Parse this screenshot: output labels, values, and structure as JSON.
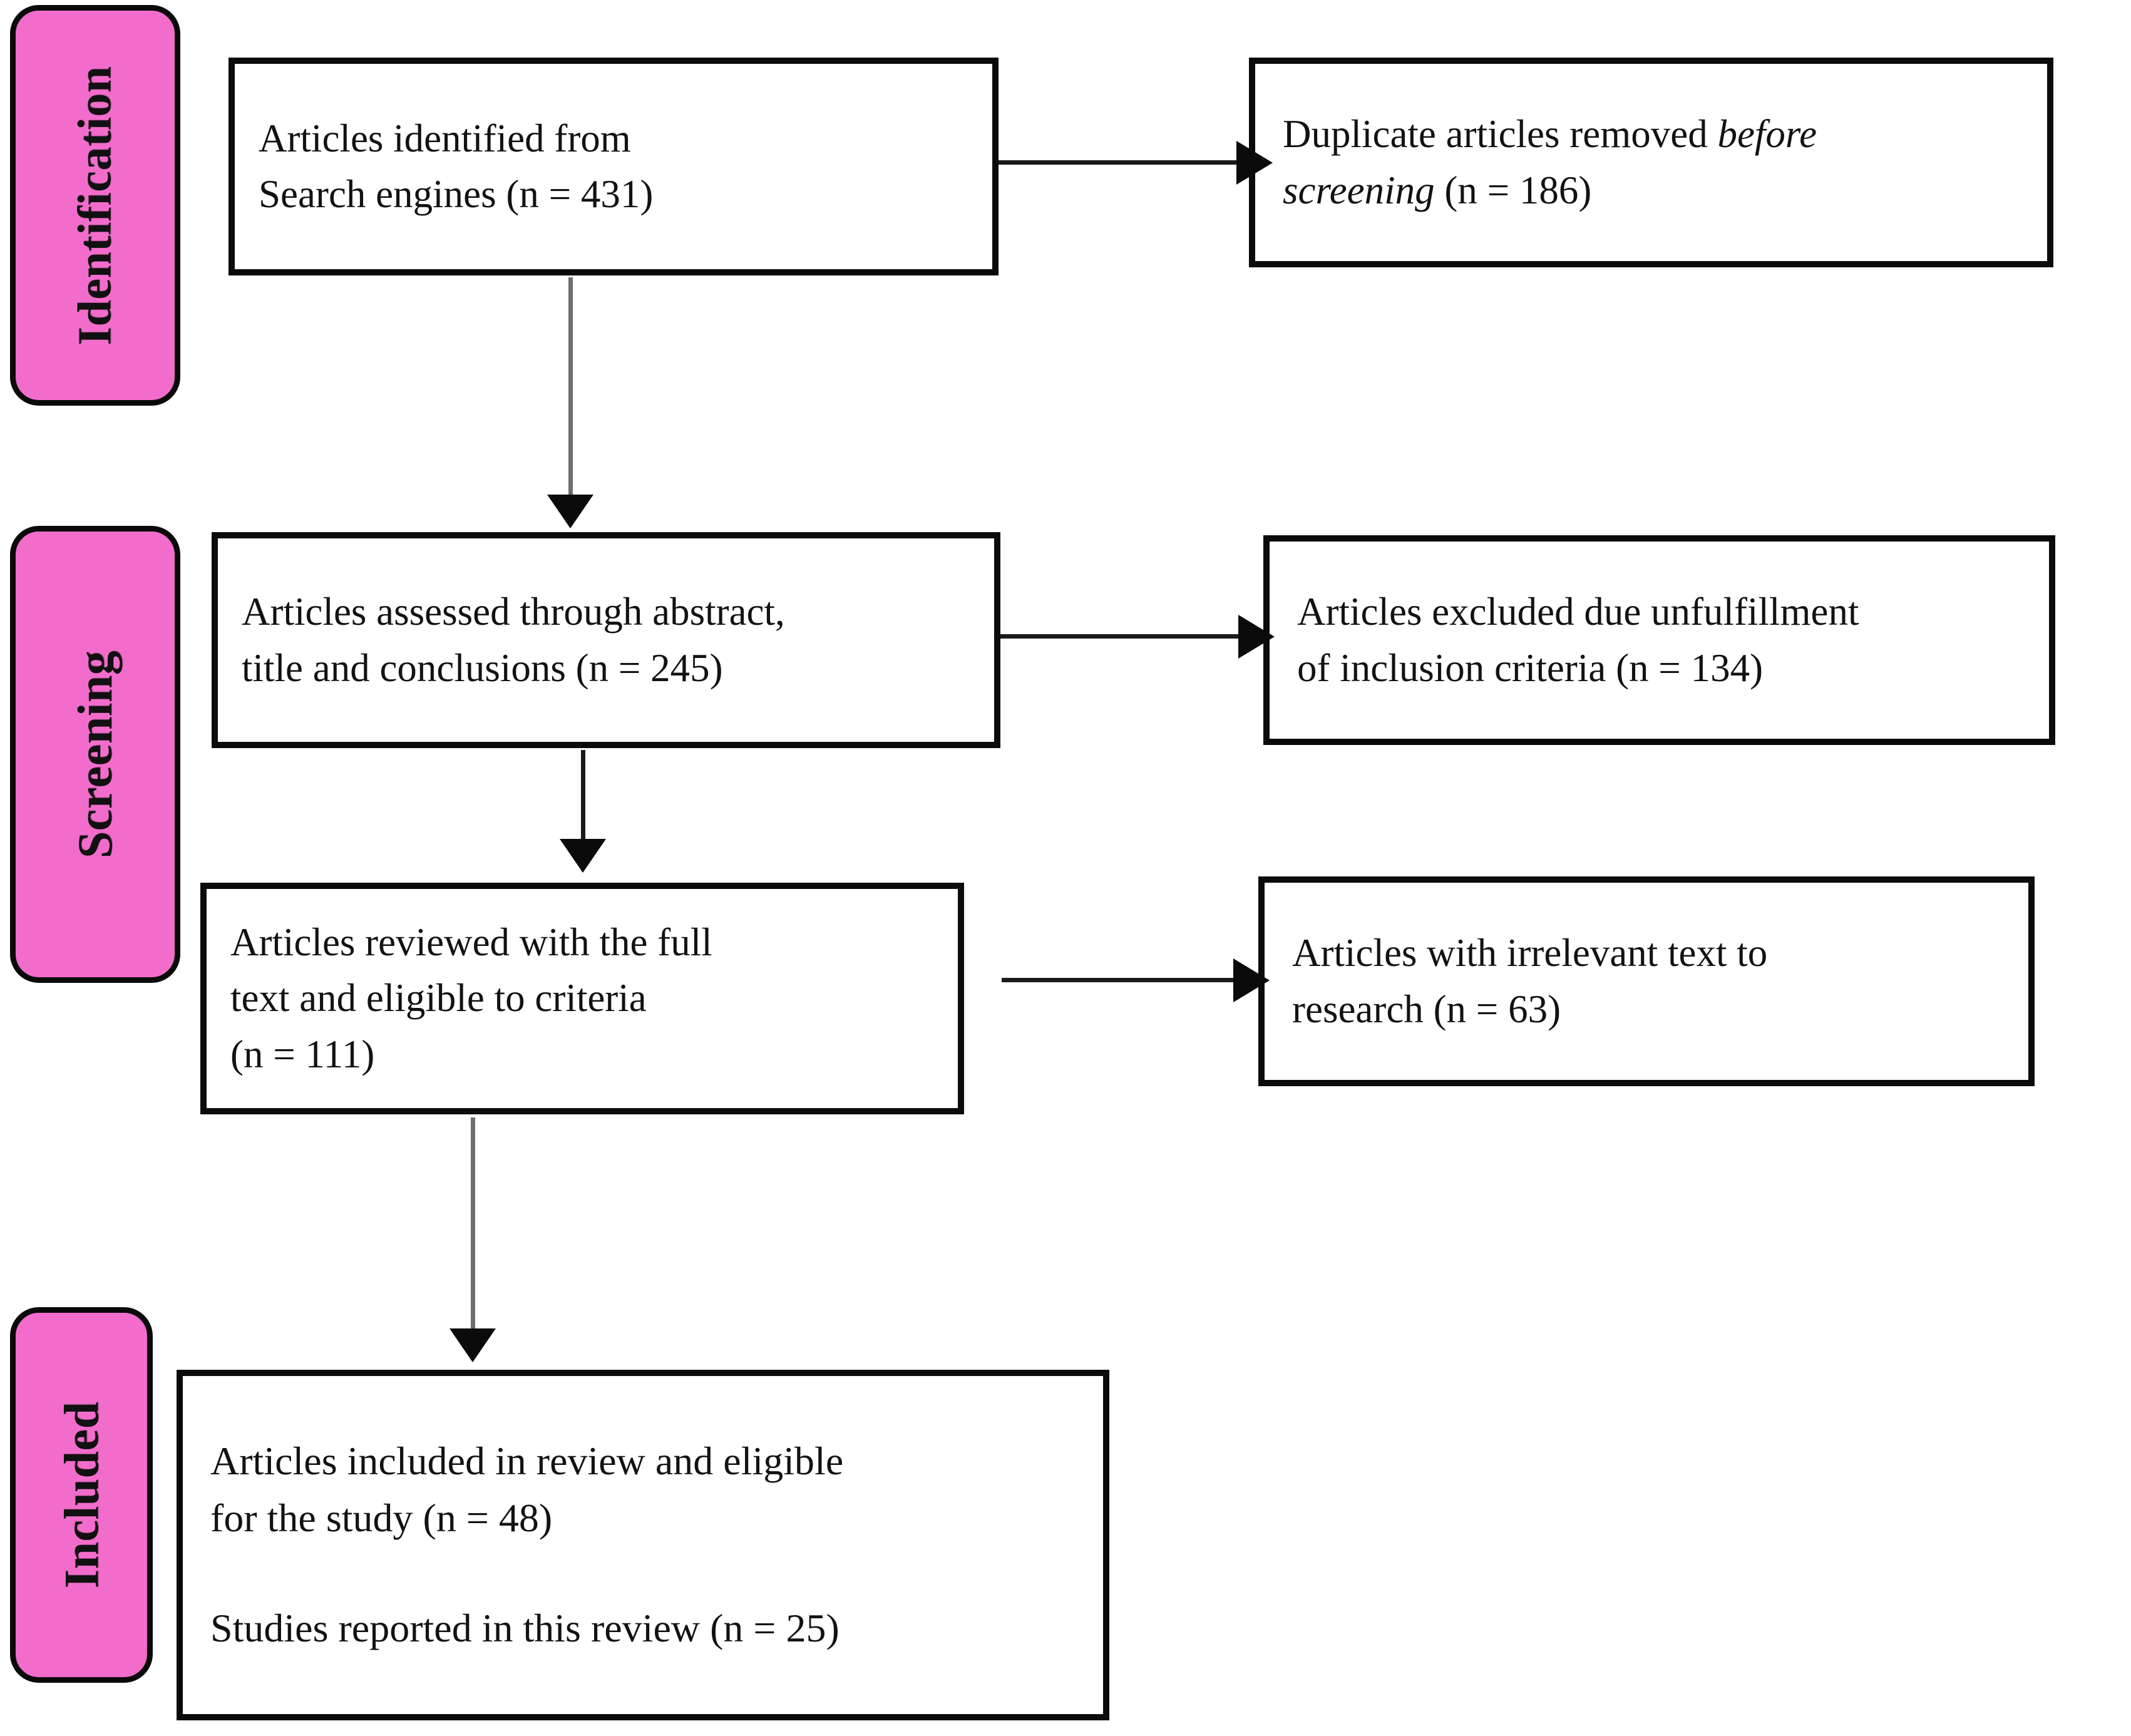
{
  "diagram": {
    "title": "PRISMA flow diagram",
    "accent_pink": "#F26DCB",
    "border_color": "#0b0b0b",
    "stages": [
      {
        "id": "identification",
        "label": "Identification"
      },
      {
        "id": "screening",
        "label": "Screening"
      },
      {
        "id": "included",
        "label": "Included"
      }
    ]
  },
  "boxes": {
    "identified": {
      "name": "Articles identified from Search engines",
      "line1": "Articles identified from",
      "line2": "Search engines (n = 431)",
      "count": 431
    },
    "duplicates": {
      "name": "Duplicate articles removed before screening",
      "line1_a": "Duplicate articles removed ",
      "line1_b": "before",
      "line2_a": "screening",
      "line2_b": " (n = 186)",
      "count": 186
    },
    "assessed": {
      "name": "Articles assessed through abstract, title and conclusions",
      "line1": "Articles assessed through abstract,",
      "line2": "title and conclusions (n = 245)",
      "count": 245
    },
    "excluded": {
      "name": "Articles excluded due unfulfillment of inclusion criteria",
      "line1": "Articles excluded due unfulfillment",
      "line2": "of inclusion criteria (n = 134)",
      "count": 134
    },
    "fulltext": {
      "name": "Articles reviewed with the full text and eligible to criteria",
      "line1": "Articles reviewed with the full",
      "line2": "text and eligible to criteria",
      "line3": "(n = 111)",
      "count": 111
    },
    "irrelevant": {
      "name": "Articles with irrelevant text to research",
      "line1": "Articles with irrelevant text to",
      "line2": "research (n = 63)",
      "count": 63
    },
    "included": {
      "name": "Articles included in review and studies reported",
      "line1": "Articles included in review and eligible",
      "line2": "for the study (n = 48)",
      "line3": "Studies reported in this review (n = 25)",
      "count_included": 48,
      "count_reported": 25
    }
  }
}
